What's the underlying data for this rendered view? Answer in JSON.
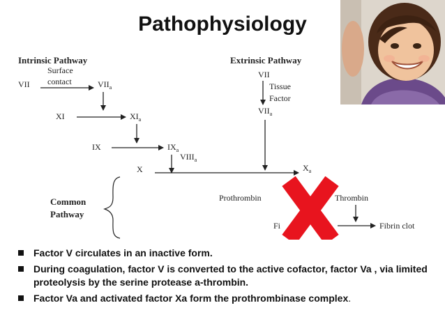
{
  "slide": {
    "title": "Pathophysiology"
  },
  "diagram": {
    "intrinsic_title": "Intrinsic Pathway",
    "extrinsic_title": "Extrinsic Pathway",
    "surface_line1": "Surface",
    "surface_line2": "contact",
    "vii_left": "VII",
    "viia_top": "VII",
    "xi": "XI",
    "xia": "XI",
    "ix": "IX",
    "ixa": "IX",
    "viiia": "VIII",
    "x": "X",
    "xa": "X",
    "vii_ext": "VII",
    "tissue": "Tissue",
    "factor": "Factor",
    "viia_ext": "VII",
    "common_line1": "Common",
    "common_line2": "Pathway",
    "prothrombin": "Prothrombin",
    "thrombin": "Thrombin",
    "fibrinogen_partial": "Fi",
    "fibrin_clot": "Fibrin clot",
    "sub_a": "a",
    "overlay_color": "#e8141e"
  },
  "bullets": [
    {
      "text": "Factor V circulates in an inactive form.",
      "tail": ""
    },
    {
      "text": " During coagulation, factor V is converted to the active cofactor, factor Va , via limited proteolysis by the serine protease a-thrombin.",
      "tail": ""
    },
    {
      "text": "Factor Va and activated factor Xa form the prothrombinase complex",
      "tail": "."
    }
  ]
}
